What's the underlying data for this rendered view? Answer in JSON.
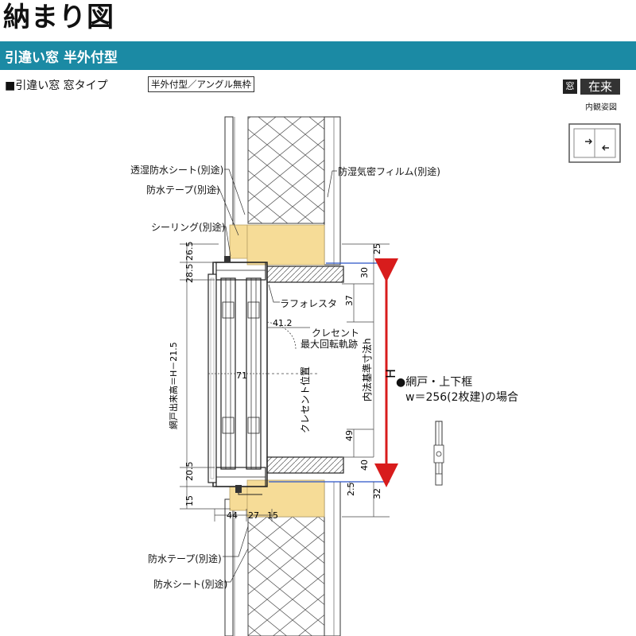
{
  "header": {
    "title": "納まり図",
    "band_title": "引違い窓 半外付型",
    "window_type": "■引違い窓  窓タイプ",
    "window_type_tag": "半外付型／アングル無枠",
    "badge_mado": "窓",
    "badge_zairai": "在来",
    "inner_view": "内観姿図"
  },
  "labels": {
    "breathable_sheet": "透湿防水シート(別途)",
    "waterproof_tape_top": "防水テープ(別途)",
    "sealing": "シーリング(別途)",
    "vapor_film": "防湿気密フィルム(別途)",
    "laforesta": "ラフォレスタ",
    "crescent_track_1": "クレセント",
    "crescent_track_2": "最大回転軌跡",
    "crescent_position": "クレセント位置",
    "inner_height": "内法基準寸法h",
    "screen_height": "網戸出来高＝H－21.5",
    "waterproof_tape_bottom": "防水テープ(別途)",
    "waterproof_sheet": "防水シート(別途)",
    "H": "H",
    "screen_note_1": "●網戸・上下框",
    "screen_note_2": "w＝256(2枚建)の場合"
  },
  "dims": {
    "d25": "25",
    "d30": "30",
    "d37": "37",
    "d49": "49",
    "d40": "40",
    "d32": "32",
    "d2_5": "2.5",
    "d41_2": "41.2",
    "d71": "71",
    "d28_5": "28.5",
    "d26_5": "26.5",
    "d20_5": "20.5",
    "d15": "15",
    "d44": "44",
    "d27": "27",
    "dm15": "15"
  },
  "colors": {
    "band": "#1b8aa4",
    "wood": "#f6dc97",
    "red_arrow": "#d81c1c",
    "blue_line": "#2b54c8"
  }
}
